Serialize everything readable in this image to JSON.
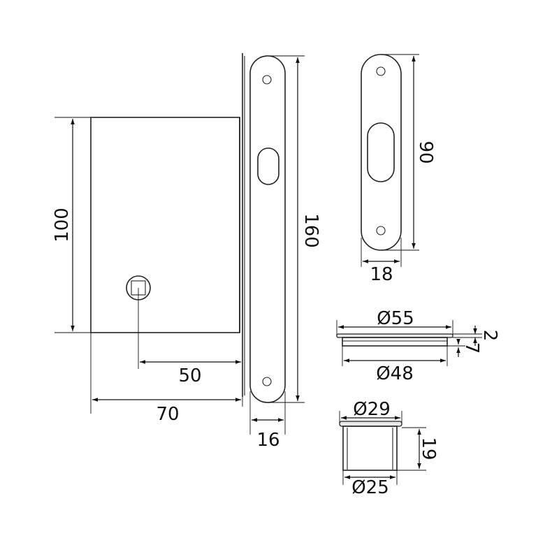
{
  "dimensions": {
    "body_height": "100",
    "body_width": "70",
    "backset": "50",
    "faceplate_width": "16",
    "faceplate_length": "160",
    "strike_length": "90",
    "strike_width": "18",
    "rosette_outer": "Ø55",
    "rosette_inner": "Ø48",
    "rosette_flange": "2",
    "rosette_depth": "7",
    "cup_outer": "Ø29",
    "cup_inner": "Ø25",
    "cup_depth": "19"
  }
}
